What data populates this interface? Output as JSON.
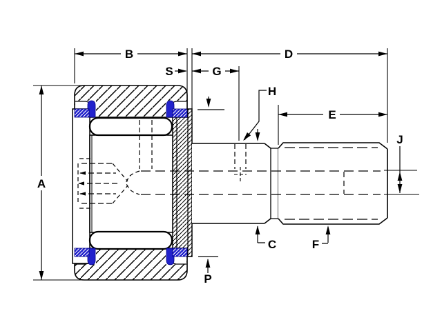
{
  "figure": {
    "kind": "engineering-cross-section-drawing",
    "labels": {
      "A": "A",
      "B": "B",
      "C": "C",
      "D": "D",
      "E": "E",
      "F": "F",
      "G": "G",
      "H": "H",
      "J": "J",
      "P": "P",
      "S": "S"
    },
    "colors": {
      "line": "#000000",
      "seal": "#2222cc",
      "background": "#ffffff"
    }
  }
}
